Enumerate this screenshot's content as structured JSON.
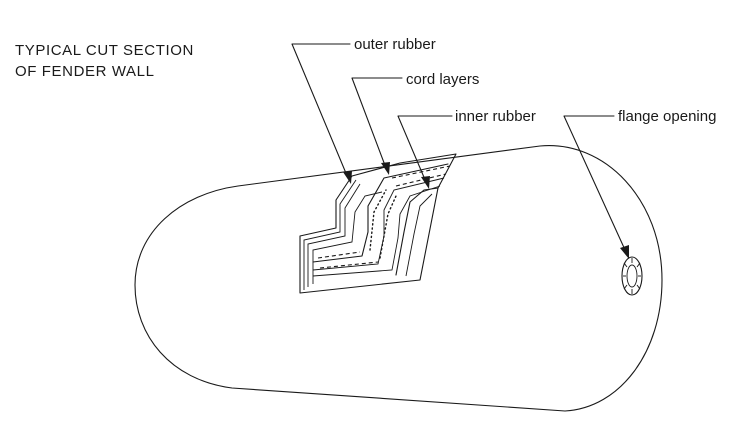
{
  "title_lines": [
    "TYPICAL CUT SECTION",
    "OF FENDER WALL"
  ],
  "labels": {
    "outer_rubber": "outer rubber",
    "cord_layers": "cord layers",
    "inner_rubber": "inner rubber",
    "flange_opening": "flange opening"
  }
}
